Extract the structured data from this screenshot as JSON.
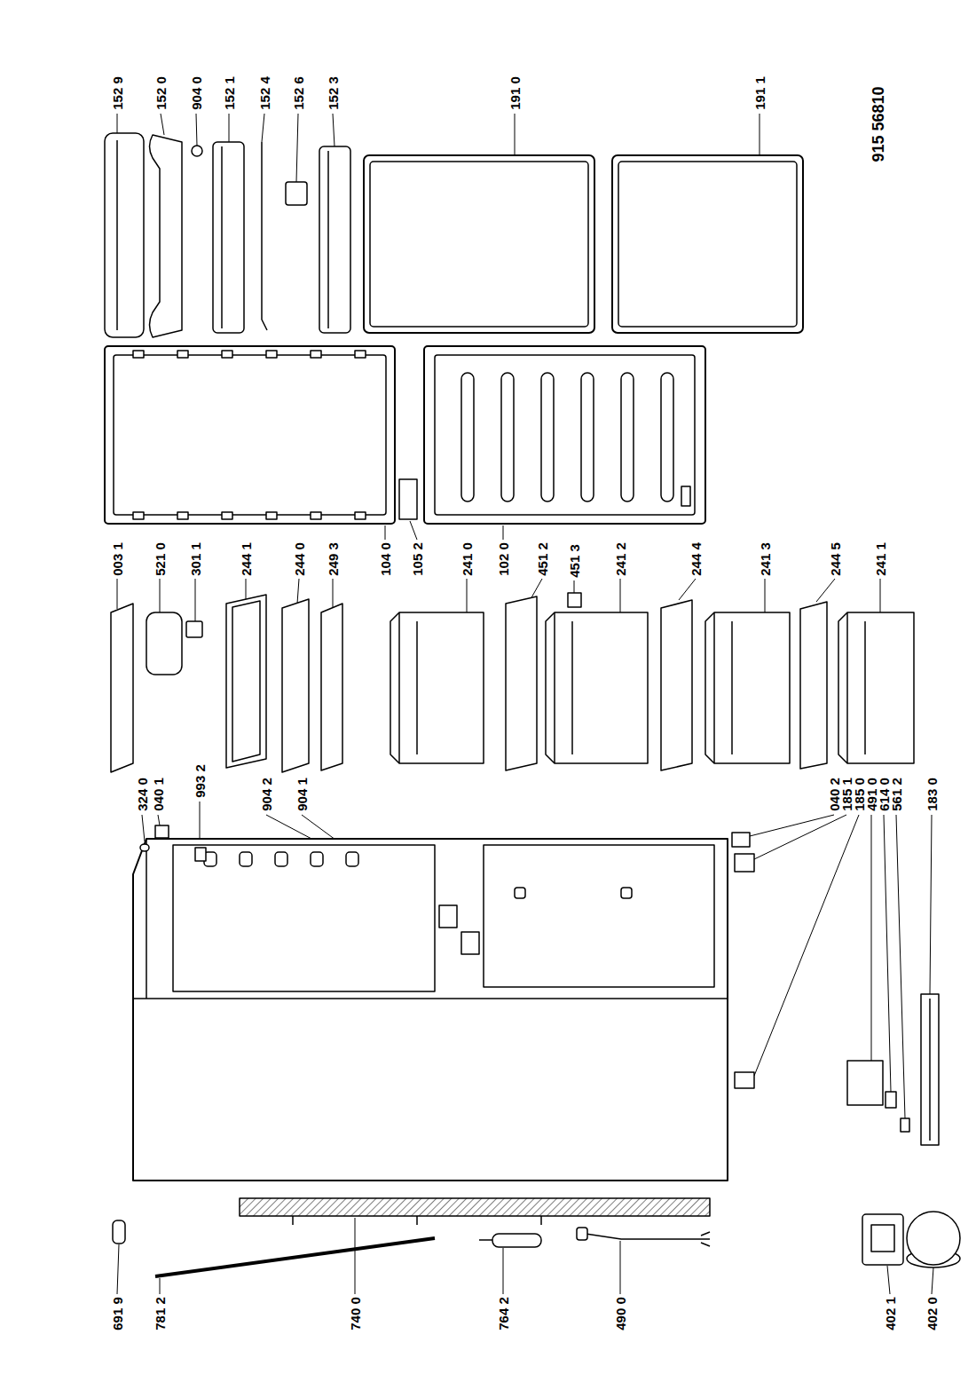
{
  "diagram": {
    "labels": [
      "152 9",
      "152 0",
      "904 0",
      "152 1",
      "152 4",
      "152 6",
      "152 3",
      "191 0",
      "191 1",
      "915 56810",
      "003 1",
      "521 0",
      "301 1",
      "244 1",
      "244 0",
      "249 3",
      "104 0",
      "105 2",
      "241 0",
      "102 0",
      "451 2",
      "451 3",
      "241 2",
      "244 4",
      "241 3",
      "244 5",
      "241 1",
      "324 0",
      "040 1",
      "993 2",
      "904 2",
      "904 1",
      "040 2",
      "185 1",
      "185 0",
      "491 0",
      "614 0",
      "561 2",
      "183 0",
      "691 9",
      "781 2",
      "740 0",
      "764 2",
      "490 0",
      "402 1",
      "402 0"
    ]
  }
}
